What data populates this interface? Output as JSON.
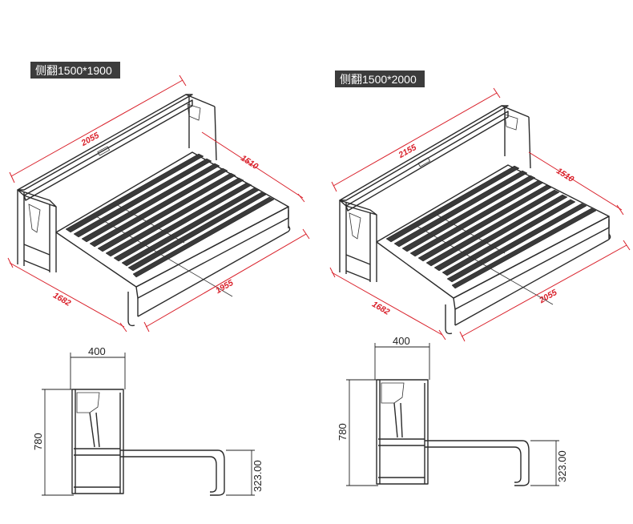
{
  "variants": [
    {
      "label": "侧翻1500*1900",
      "dims": {
        "back_length": "2055",
        "depth": "1510",
        "front_length": "1955",
        "side": "1682"
      },
      "side_view": {
        "width": "400",
        "height": "780",
        "lowered_height": "323.00"
      }
    },
    {
      "label": "侧翻1500*2000",
      "dims": {
        "back_length": "2155",
        "depth": "1510",
        "front_length": "2055",
        "side": "1682"
      },
      "side_view": {
        "width": "400",
        "height": "780",
        "lowered_height": "323.00"
      }
    }
  ],
  "colors": {
    "dimension_red": "#d9202a",
    "label_bg": "#3c3c3c",
    "line": "#2a2a2a"
  }
}
